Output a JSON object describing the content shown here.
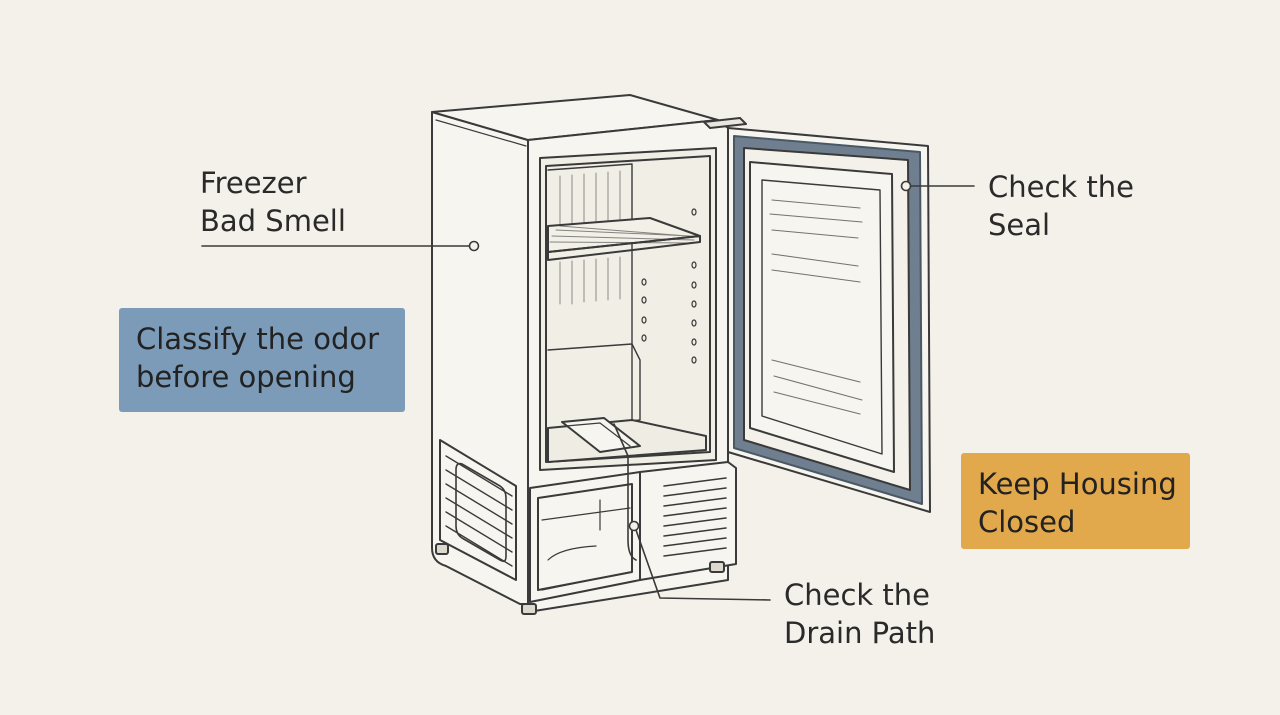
{
  "labels": {
    "freezer_smell": [
      "Freezer",
      "Bad Smell"
    ],
    "check_seal": [
      "Check the",
      "Seal"
    ],
    "check_drain": [
      "Check the",
      "Drain Path"
    ]
  },
  "boxes": {
    "classify": {
      "lines": [
        "Classify the odor",
        "before opening"
      ],
      "color": "#7b9bb8"
    },
    "keep_closed": {
      "lines": [
        "Keep Housing",
        "Closed"
      ],
      "color": "#e2a84c"
    }
  },
  "colors": {
    "background": "#f4f1ea",
    "line": "#3a3a3a",
    "door_gasket": "#6f7f8f"
  }
}
